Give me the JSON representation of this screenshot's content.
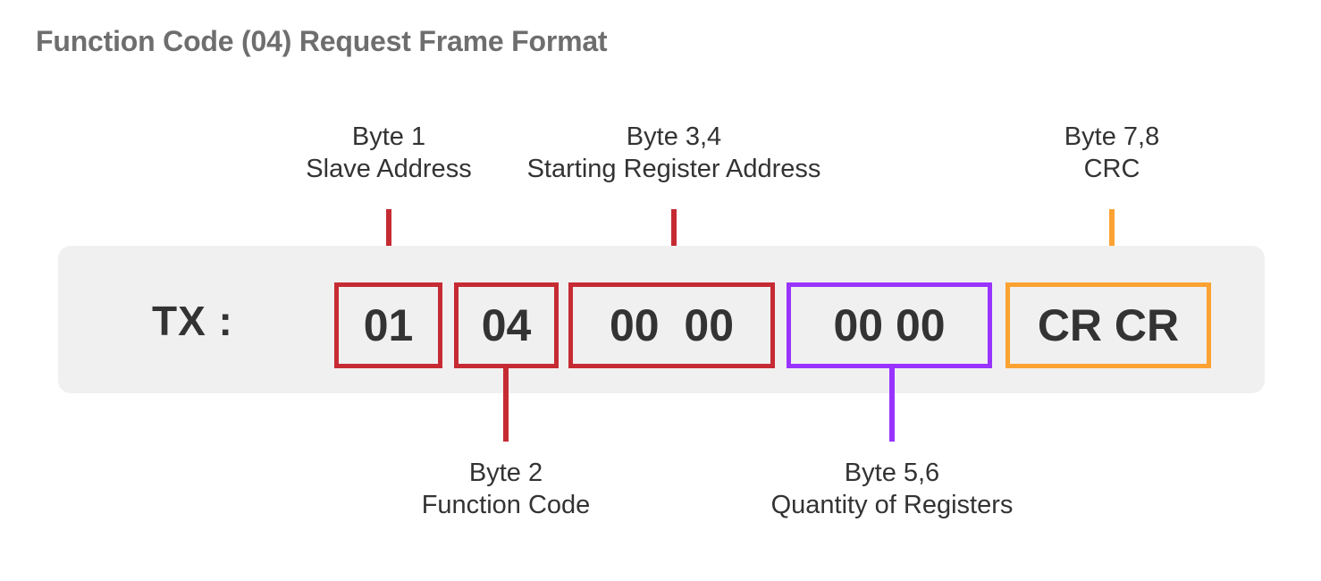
{
  "diagram": {
    "title": "Function Code (04) Request Frame Format",
    "direction_label": "TX :",
    "colors": {
      "title": "#6e6e6e",
      "text": "#333333",
      "panel_background": "#f0f0f0",
      "red": "#c62b33",
      "purple": "#9933ff",
      "orange": "#fba232",
      "page_background": "#ffffff"
    },
    "frame": {
      "fields": [
        {
          "id": "slave-address",
          "value": "01",
          "byte_label": "Byte 1",
          "description": "Slave Address",
          "color": "#c62b33",
          "callout_position": "top"
        },
        {
          "id": "function-code",
          "value": "04",
          "byte_label": "Byte 2",
          "description": "Function Code",
          "color": "#c62b33",
          "callout_position": "bottom"
        },
        {
          "id": "starting-register-address",
          "value": "00  00",
          "byte_label": "Byte 3,4",
          "description": "Starting Register Address",
          "color": "#c62b33",
          "callout_position": "top"
        },
        {
          "id": "quantity-of-registers",
          "value": "00 00",
          "byte_label": "Byte 5,6",
          "description": "Quantity of Registers",
          "color": "#9933ff",
          "callout_position": "bottom"
        },
        {
          "id": "crc",
          "value": "CR CR",
          "byte_label": "Byte 7,8",
          "description": "CRC",
          "color": "#fba232",
          "callout_position": "top"
        }
      ]
    }
  }
}
